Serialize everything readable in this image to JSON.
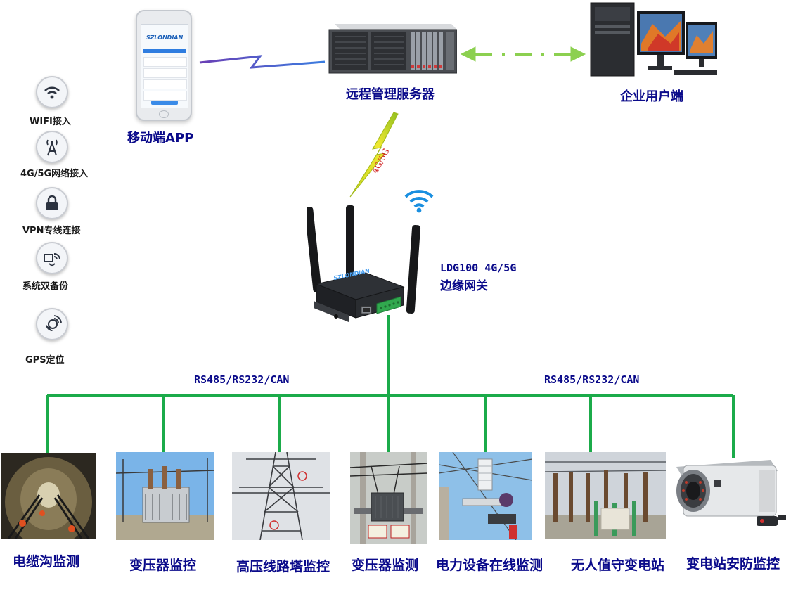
{
  "features": [
    {
      "label": "WIFI接入",
      "icon": "wifi-icon"
    },
    {
      "label": "4G/5G网络接入",
      "icon": "antenna-tower-icon"
    },
    {
      "label": "VPN专线连接",
      "icon": "lock-icon"
    },
    {
      "label": "系统双备份",
      "icon": "backup-icon"
    },
    {
      "label": "GPS定位",
      "icon": "gps-satellite-icon"
    }
  ],
  "nodes": {
    "mobile_app": "移动端APP",
    "app_brand": "SZLONDIAN",
    "server": "远程管理服务器",
    "client": "企业用户端",
    "link_label": "4G/5G",
    "gateway_model": "LDG100 4G/5G",
    "gateway_name": "边缘网关",
    "gateway_brand": "SZLONDIAN"
  },
  "bus_labels": [
    "RS485/RS232/CAN",
    "RS485/RS232/CAN"
  ],
  "devices": [
    {
      "label": "电缆沟监测",
      "icon": "cable-tunnel-photo"
    },
    {
      "label": "变压器监控",
      "icon": "transformer-photo"
    },
    {
      "label": "高压线路塔监控",
      "icon": "power-tower-photo"
    },
    {
      "label": "变压器监测",
      "icon": "pole-transformer-photo"
    },
    {
      "label": "电力设备在线监测",
      "icon": "sensor-photo"
    },
    {
      "label": "无人值守变电站",
      "icon": "substation-photo"
    },
    {
      "label": "变电站安防监控",
      "icon": "security-camera-photo"
    }
  ],
  "colors": {
    "bus_line": "#1bab4a",
    "label_blue": "#0a0a8a",
    "arrow_green": "#8cd050",
    "wifi_blue": "#1a8fe0",
    "lightning_yellow": "#e8e020"
  }
}
